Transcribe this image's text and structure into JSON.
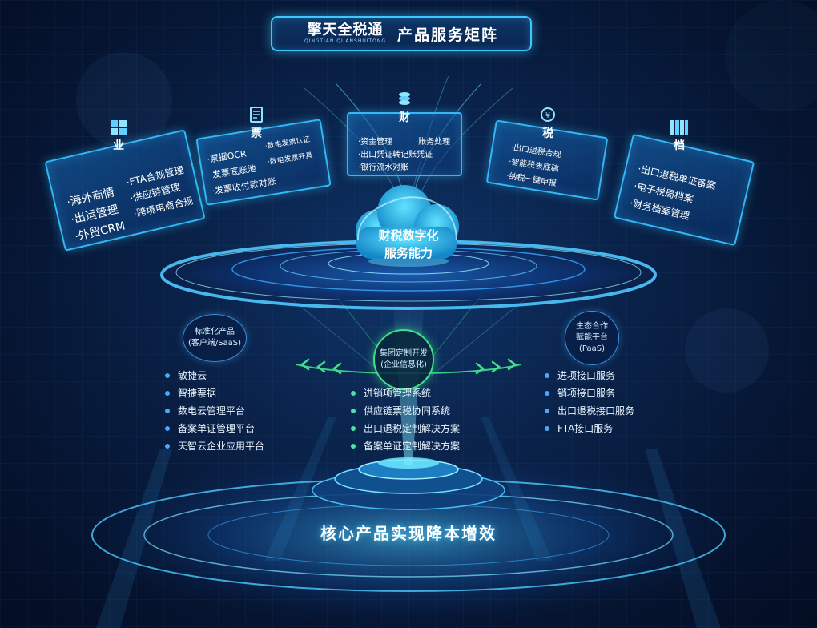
{
  "header": {
    "brand_cn": "擎天全税通",
    "brand_en": "QINGTIAN QUANSHUITONG",
    "title": "产品服务矩阵"
  },
  "panels": {
    "ye": {
      "label": "业",
      "icon": "grid-icon",
      "items": [
        "·海外商情",
        "·出运管理",
        "·外贸CRM",
        "·FTA合规管理",
        "·供应链管理",
        "·跨境电商合规"
      ]
    },
    "piao": {
      "label": "票",
      "icon": "document-icon",
      "items": [
        "·票据OCR",
        "·发票底账池",
        "·发票收付款对账",
        "·数电发票认证",
        "·数电发票开具"
      ]
    },
    "cai": {
      "label": "财",
      "icon": "coin-stack-icon",
      "items": [
        "·资金管理",
        "·账务处理",
        "·出口凭证转记账凭证",
        "·银行流水对账"
      ]
    },
    "shui": {
      "label": "税",
      "icon": "tax-seal-icon",
      "items": [
        "·出口退税合规",
        "·智能税表底稿",
        "·纳税一键申报"
      ]
    },
    "dang": {
      "label": "档",
      "icon": "archive-icon",
      "items": [
        "·出口退税单证备案",
        "·电子税局档案",
        "·财务档案管理"
      ]
    }
  },
  "cloud": {
    "line1": "财税数字化",
    "line2": "服务能力"
  },
  "left": {
    "circle_line1": "标准化产品",
    "circle_line2": "(客户端/SaaS)",
    "items": [
      "敏捷云",
      "智捷票据",
      "数电云管理平台",
      "备案单证管理平台",
      "天智云企业应用平台"
    ]
  },
  "center": {
    "circle_line1": "集团定制开发",
    "circle_line2": "(企业信息化)",
    "items": [
      "进销项管理系统",
      "供应链票税协同系统",
      "出口退税定制解决方案",
      "备案单证定制解决方案"
    ]
  },
  "right": {
    "circle_line1": "生态合作",
    "circle_line2": "赋能平台",
    "circle_line3": "(PaaS)",
    "items": [
      "进项接口服务",
      "销项接口服务",
      "出口退税接口服务",
      "FTA接口服务"
    ]
  },
  "core": {
    "title": "核心产品实现降本增效"
  },
  "colors": {
    "accent": "#3ec6ff",
    "left_dot": "#4aa8ff",
    "center_dot": "#4fe0a8",
    "right_dot": "#4aa8ff",
    "arrow": "#3ee08a"
  }
}
